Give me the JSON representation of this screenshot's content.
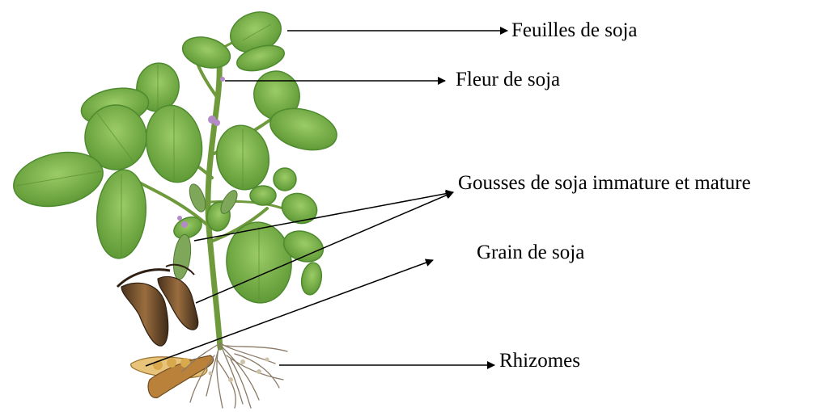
{
  "labels": {
    "leaves": "Feuilles de soja",
    "flower": "Fleur de soja",
    "pods": "Gousses de soja immature et mature",
    "grain": "Grain de soja",
    "roots": "Rhizomes"
  },
  "colors": {
    "leaf_fill": "#79b04a",
    "leaf_dark": "#4e8a2e",
    "stem": "#6f9a3c",
    "flower": "#b48ac9",
    "pod_mature": "#7a5530",
    "pod_dark": "#3a2a1c",
    "grain": "#d9a94e",
    "roots": "#8a7a66",
    "arrow": "#000000"
  }
}
